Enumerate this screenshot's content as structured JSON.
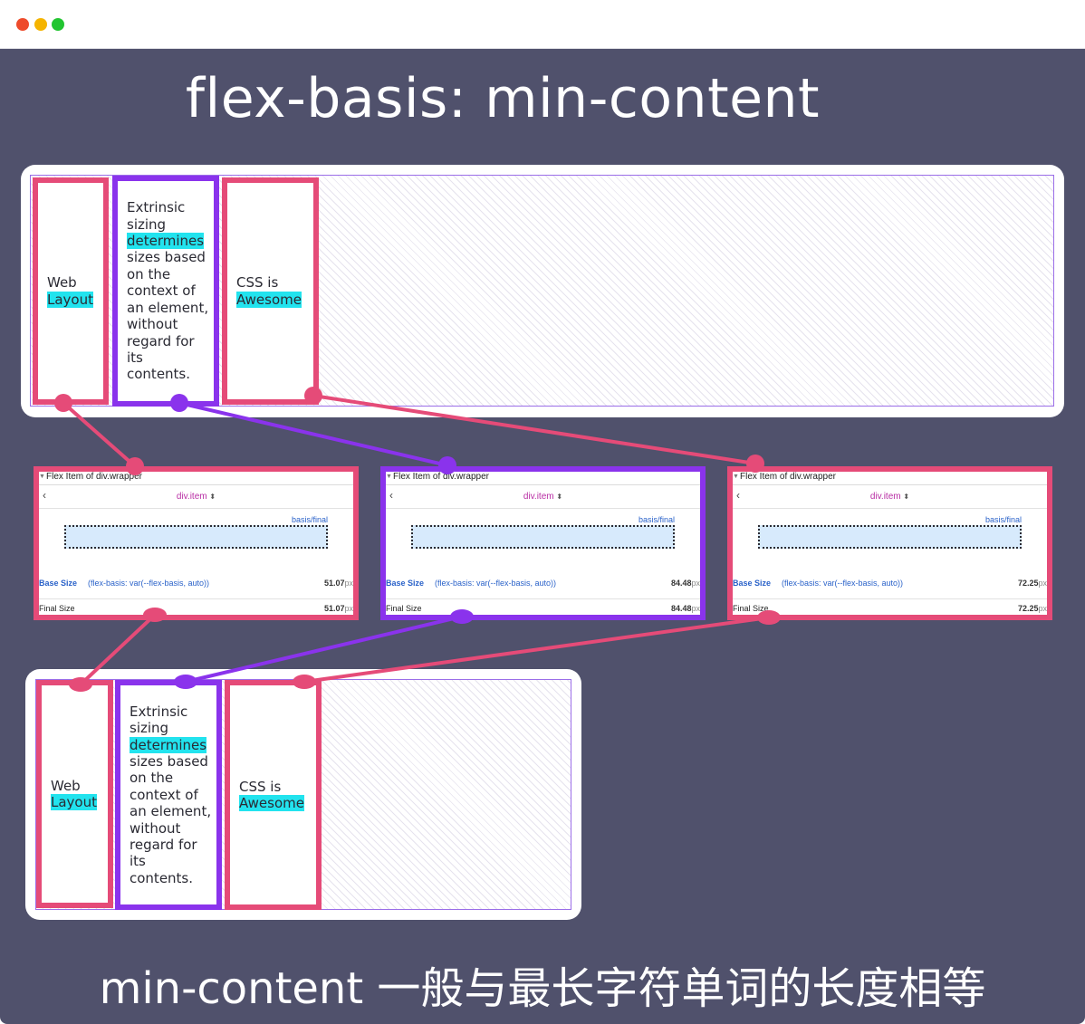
{
  "window": {
    "controls": [
      "close",
      "minimize",
      "maximize"
    ]
  },
  "title": "flex-basis: min-content",
  "caption": "min-content 一般与最长字符单词的长度相等",
  "colors": {
    "background": "#50516c",
    "pink": "#e54b78",
    "purple": "#8a33ec",
    "highlight": "#22e3ee",
    "link": "#2a62c9"
  },
  "items": [
    {
      "pre": "Web",
      "highlight": "Layout",
      "post": ""
    },
    {
      "pre": "Extrinsic sizing",
      "highlight": "determines",
      "post": "sizes based on the context of an element, without regard for its contents."
    },
    {
      "pre": "CSS is",
      "highlight": "Awesome",
      "post": ""
    }
  ],
  "devtools": [
    {
      "header": "Flex Item of div.wrapper",
      "selector": "div.item",
      "basis_final": "basis/final",
      "base_label": "Base Size",
      "base_expr": "(flex-basis: var(--flex-basis, auto))",
      "base_value": "51.07",
      "final_label": "Final Size",
      "final_value": "51.07",
      "unit": "px"
    },
    {
      "header": "Flex Item of div.wrapper",
      "selector": "div.item",
      "basis_final": "basis/final",
      "base_label": "Base Size",
      "base_expr": "(flex-basis: var(--flex-basis, auto))",
      "base_value": "84.48",
      "final_label": "Final Size",
      "final_value": "84.48",
      "unit": "px"
    },
    {
      "header": "Flex Item of div.wrapper",
      "selector": "div.item",
      "basis_final": "basis/final",
      "base_label": "Base Size",
      "base_expr": "(flex-basis: var(--flex-basis, auto))",
      "base_value": "72.25",
      "final_label": "Final Size",
      "final_value": "72.25",
      "unit": "px"
    }
  ]
}
